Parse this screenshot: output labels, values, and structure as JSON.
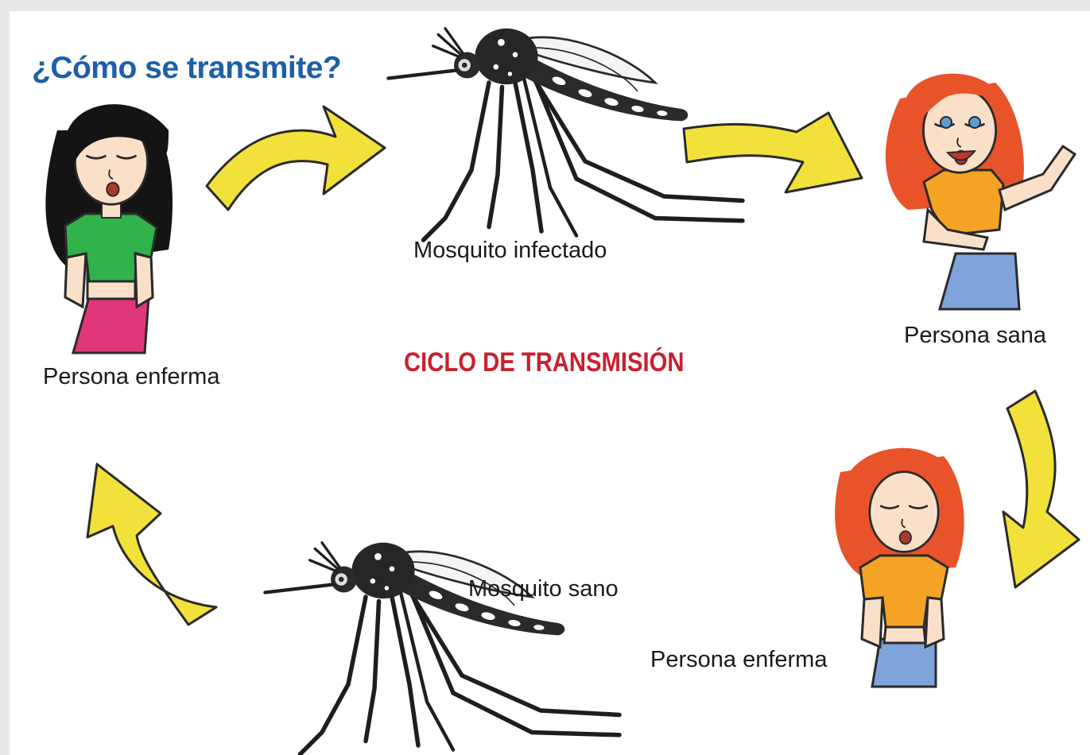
{
  "title": "¿Cómo se transmite?",
  "cycle_title": "CICLO DE TRANSMISIÓN",
  "nodes": [
    {
      "id": "sick-person-1",
      "label": "Persona enferma"
    },
    {
      "id": "infected-mosquito",
      "label": "Mosquito infectado"
    },
    {
      "id": "healthy-person",
      "label": "Persona sana"
    },
    {
      "id": "sick-person-2",
      "label": "Persona enferma"
    },
    {
      "id": "healthy-mosquito",
      "label": "Mosquito sano"
    }
  ],
  "edges": [
    {
      "from": "sick-person-1",
      "to": "infected-mosquito"
    },
    {
      "from": "infected-mosquito",
      "to": "healthy-person"
    },
    {
      "from": "healthy-person",
      "to": "sick-person-2"
    },
    {
      "from": "healthy-mosquito",
      "to": "sick-person-1"
    }
  ],
  "colors": {
    "title": "#1d5fa8",
    "cycle_title": "#c8202f",
    "arrow_fill": "#f2e13a",
    "arrow_stroke": "#2a2a2a"
  }
}
